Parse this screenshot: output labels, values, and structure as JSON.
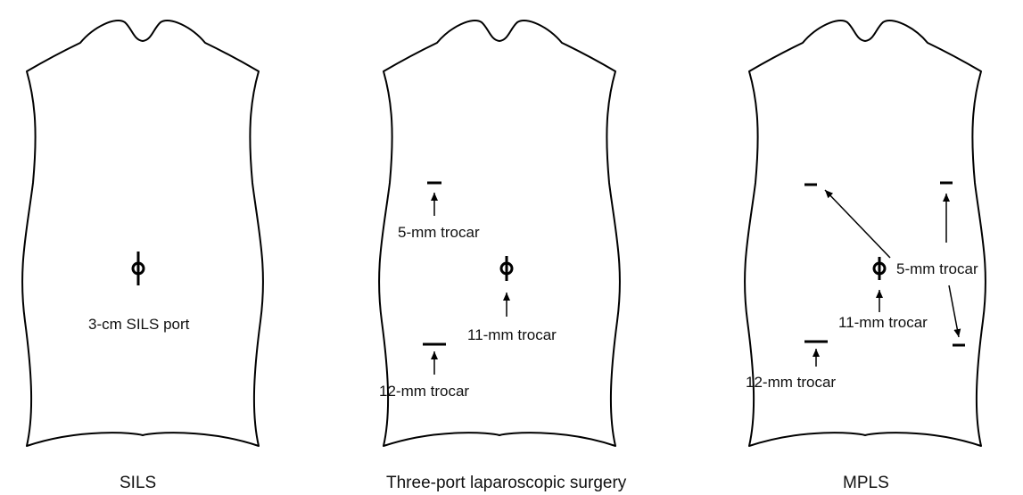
{
  "panels": [
    {
      "caption": "SILS",
      "labels": {
        "port": "3-cm SILS port"
      }
    },
    {
      "caption": "Three-port laparoscopic surgery",
      "labels": {
        "five": "5-mm trocar",
        "eleven": "11-mm trocar",
        "twelve": "12-mm trocar"
      }
    },
    {
      "caption": "MPLS",
      "labels": {
        "five": "5-mm trocar",
        "eleven": "11-mm trocar",
        "twelve": "12-mm trocar"
      }
    }
  ],
  "colors": {
    "stroke": "#000000",
    "background": "#ffffff"
  }
}
